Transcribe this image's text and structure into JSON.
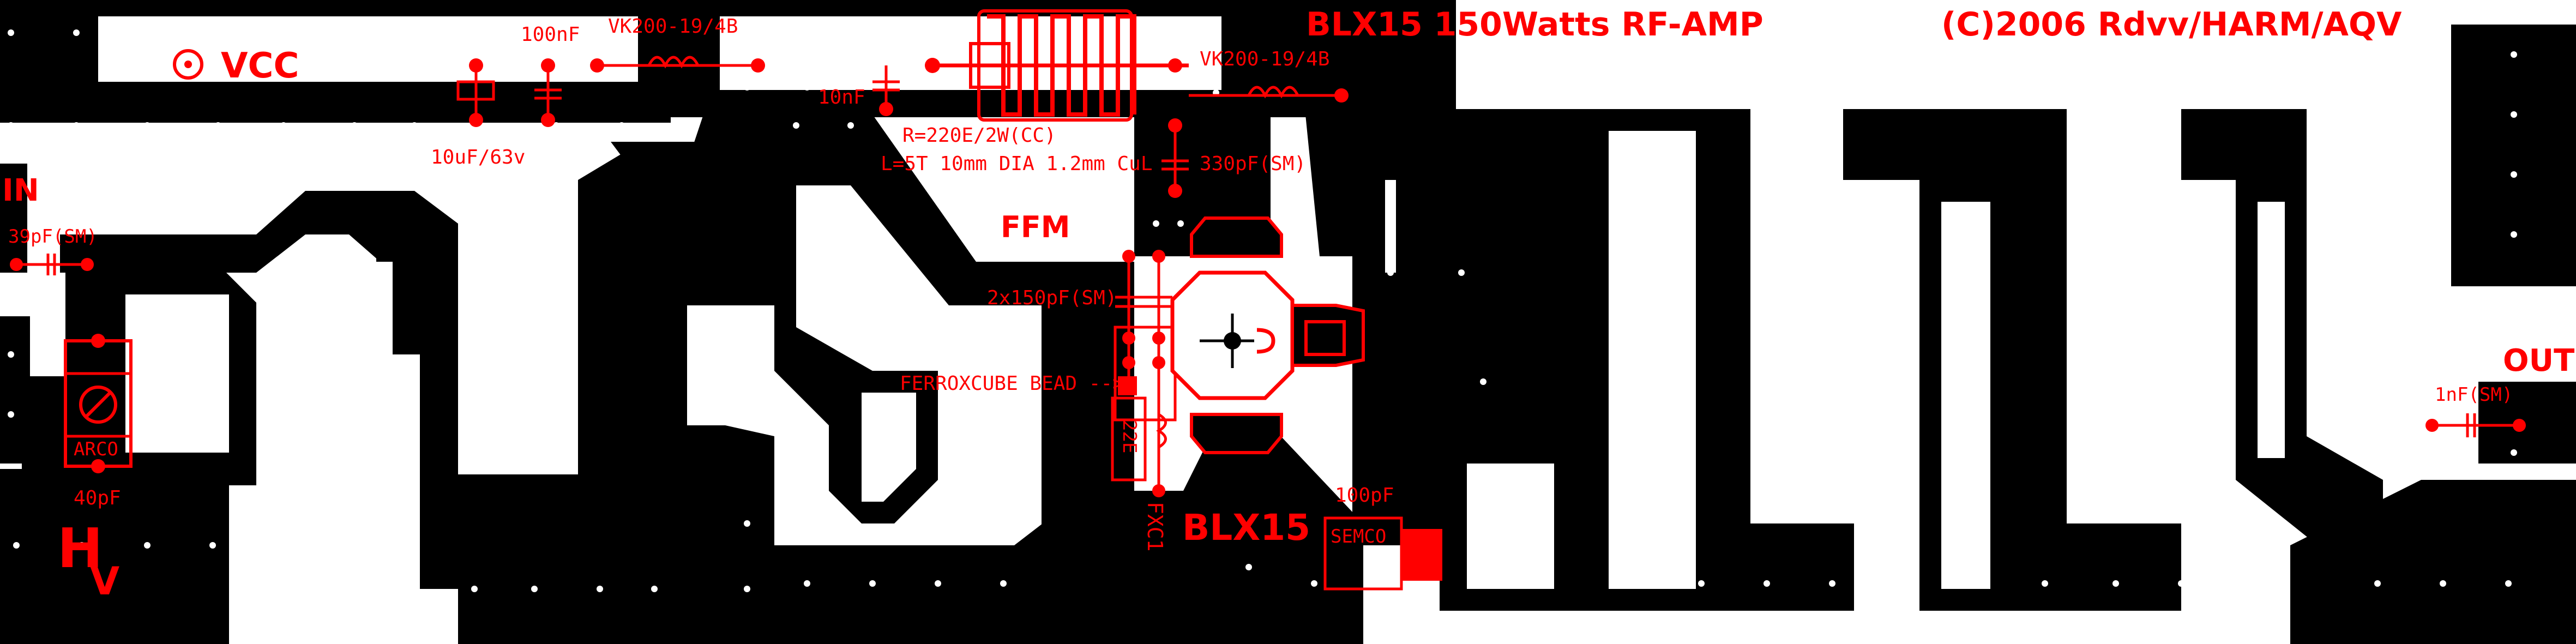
{
  "board": {
    "title": "BLX15 150Watts RF-AMP",
    "copyright": "(C)2006 Rdvv/HARM/AQV",
    "colors": {
      "copper": "#000000",
      "silk": "#ff0000",
      "substrate": "#ffffff"
    }
  },
  "labels": {
    "vcc": "VCC",
    "in": "IN",
    "out": "OUT",
    "hv_h": "H",
    "hv_v": "V",
    "ffm": "FFM",
    "transistor": "BLX15",
    "c_100nf": "100nF",
    "choke_left": "VK200-19/4B",
    "choke_right": "VK200-19/4B",
    "c_10nf": "10nF",
    "c_10uf": "10uF/63v",
    "resistor": "R=220E/2W(CC)",
    "coil": "L=5T 10mm DIA 1.2mm CuL",
    "c_330pf": "330pF(SM)",
    "c_39pf": "39pF(SM)",
    "c_2x150pf": "2x150pF(SM)",
    "ferroxcube": "FERROXCUBE BEAD -->",
    "r_22e": "22E",
    "fxc1": "FXC1",
    "c_100pf": "100pF",
    "semco": "SEMCO",
    "c_1nf": "1nF(SM)",
    "arco": "ARCO",
    "c_40pf": "40pF"
  }
}
